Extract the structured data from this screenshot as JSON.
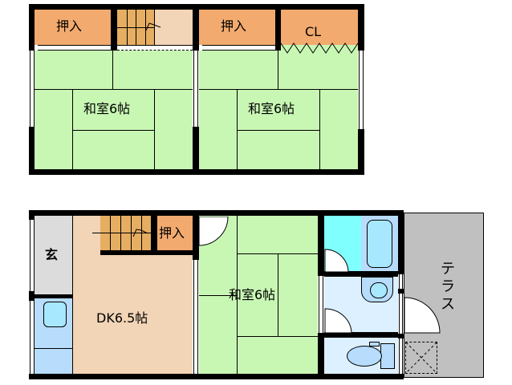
{
  "colors": {
    "tatami": "#c8f7b4",
    "closet": "#f2aa6e",
    "stair": "#e6ae62",
    "wood_floor": "#f2d4b6",
    "entrance": "#dcdcdc",
    "kitchen": "#b8dcfc",
    "bath_area": "#80ffff",
    "washroom": "#dcf0ff",
    "fixture": "#a8e8ff",
    "terrace": "#c0c0c0",
    "wall": "#000000"
  },
  "floor2": {
    "closet_left": "押入",
    "closet_right": "押入",
    "cl": "CL",
    "room_left": "和室6帖",
    "room_right": "和室6帖"
  },
  "floor1": {
    "entrance": "玄",
    "closet": "押入",
    "dk": "DK6.5帖",
    "room": "和室6帖",
    "terrace": "テラス"
  }
}
